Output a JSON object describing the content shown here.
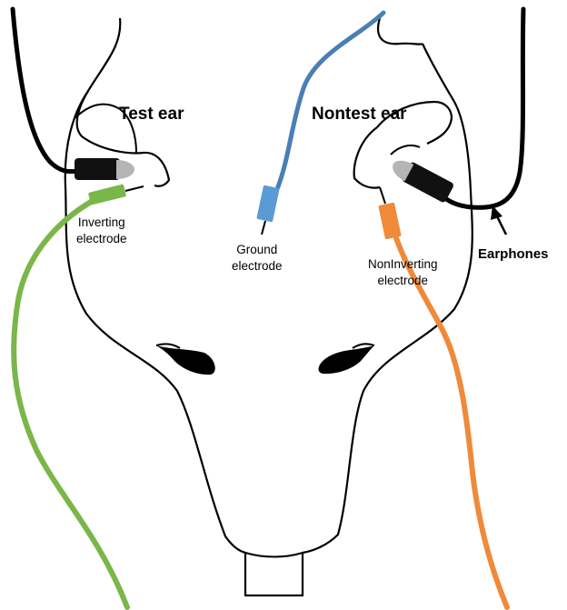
{
  "labels": {
    "test_ear": "Test ear",
    "nontest_ear": "Nontest ear",
    "inverting": [
      "Inverting",
      "electrode"
    ],
    "ground": [
      "Ground",
      "electrode"
    ],
    "noninverting": [
      "NonInverting",
      "electrode"
    ],
    "earphones": "Earphones"
  },
  "colors": {
    "outline": "#000000",
    "inverting_lead": "#7ab648",
    "ground_lead": "#4a7fb5",
    "noninverting_lead": "#ef8a3a",
    "ground_electrode": "#5b9bd5",
    "earphone_body": "#111111",
    "earphone_tip": "#b5b5b5"
  }
}
